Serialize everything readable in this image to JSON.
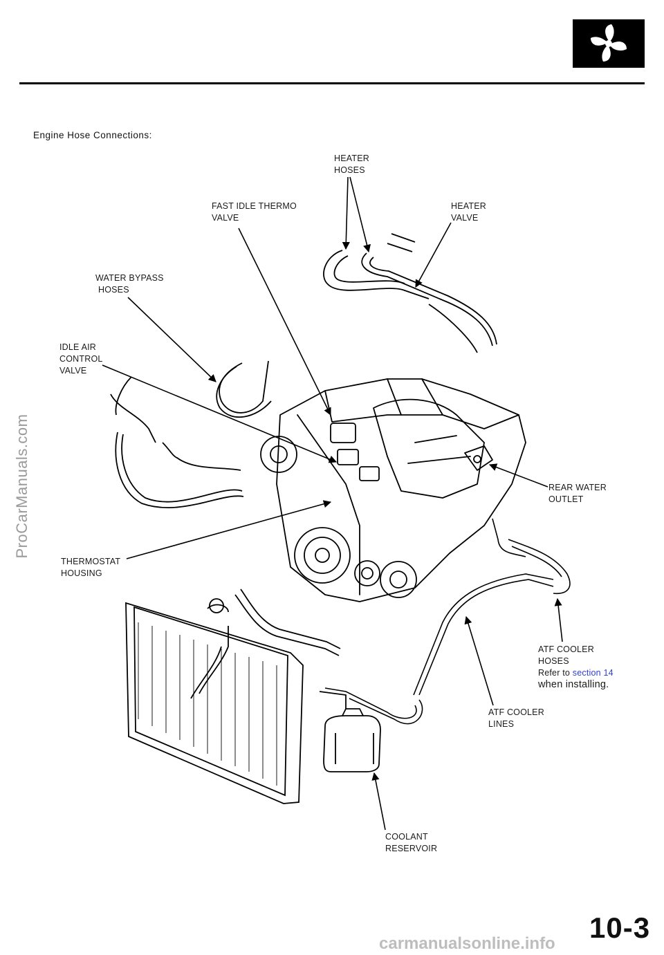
{
  "header": {
    "section_title": "Engine Hose Connections:",
    "page_number": "10-3",
    "badge_icon": "cooling-fan-icon"
  },
  "watermarks": {
    "side": "ProCarManuals.com",
    "footer": "carmanualsonline.info"
  },
  "callouts": {
    "heater_hoses": [
      "HEATER",
      "HOSES"
    ],
    "fast_idle_thermo_valve": [
      "FAST  IDLE  THERMO",
      "VALVE"
    ],
    "heater_valve": [
      "HEATER",
      "VALVE"
    ],
    "water_bypass_hoses": [
      "WATER  BYPASS",
      "HOSES"
    ],
    "idle_air_control_valve": [
      "IDLE AIR",
      "CONTROL",
      "VALVE"
    ],
    "rear_water_outlet": [
      "REAR  WATER",
      "OUTLET"
    ],
    "thermostat_housing": [
      "THERMOSTAT",
      "HOUSING"
    ],
    "atf_cooler_hoses": {
      "lines": [
        "ATF COOLER",
        "HOSES"
      ],
      "note_prefix": "Refer to",
      "note_link": "section 14",
      "note_suffix": "when installing."
    },
    "atf_cooler_lines": [
      "ATF COOLER",
      "LINES"
    ],
    "coolant_reservoir": [
      "COOLANT",
      "RESERVOIR"
    ]
  },
  "colors": {
    "ink": "#000000",
    "link": "#2b3fd6",
    "watermark": "#9a9a9a"
  }
}
